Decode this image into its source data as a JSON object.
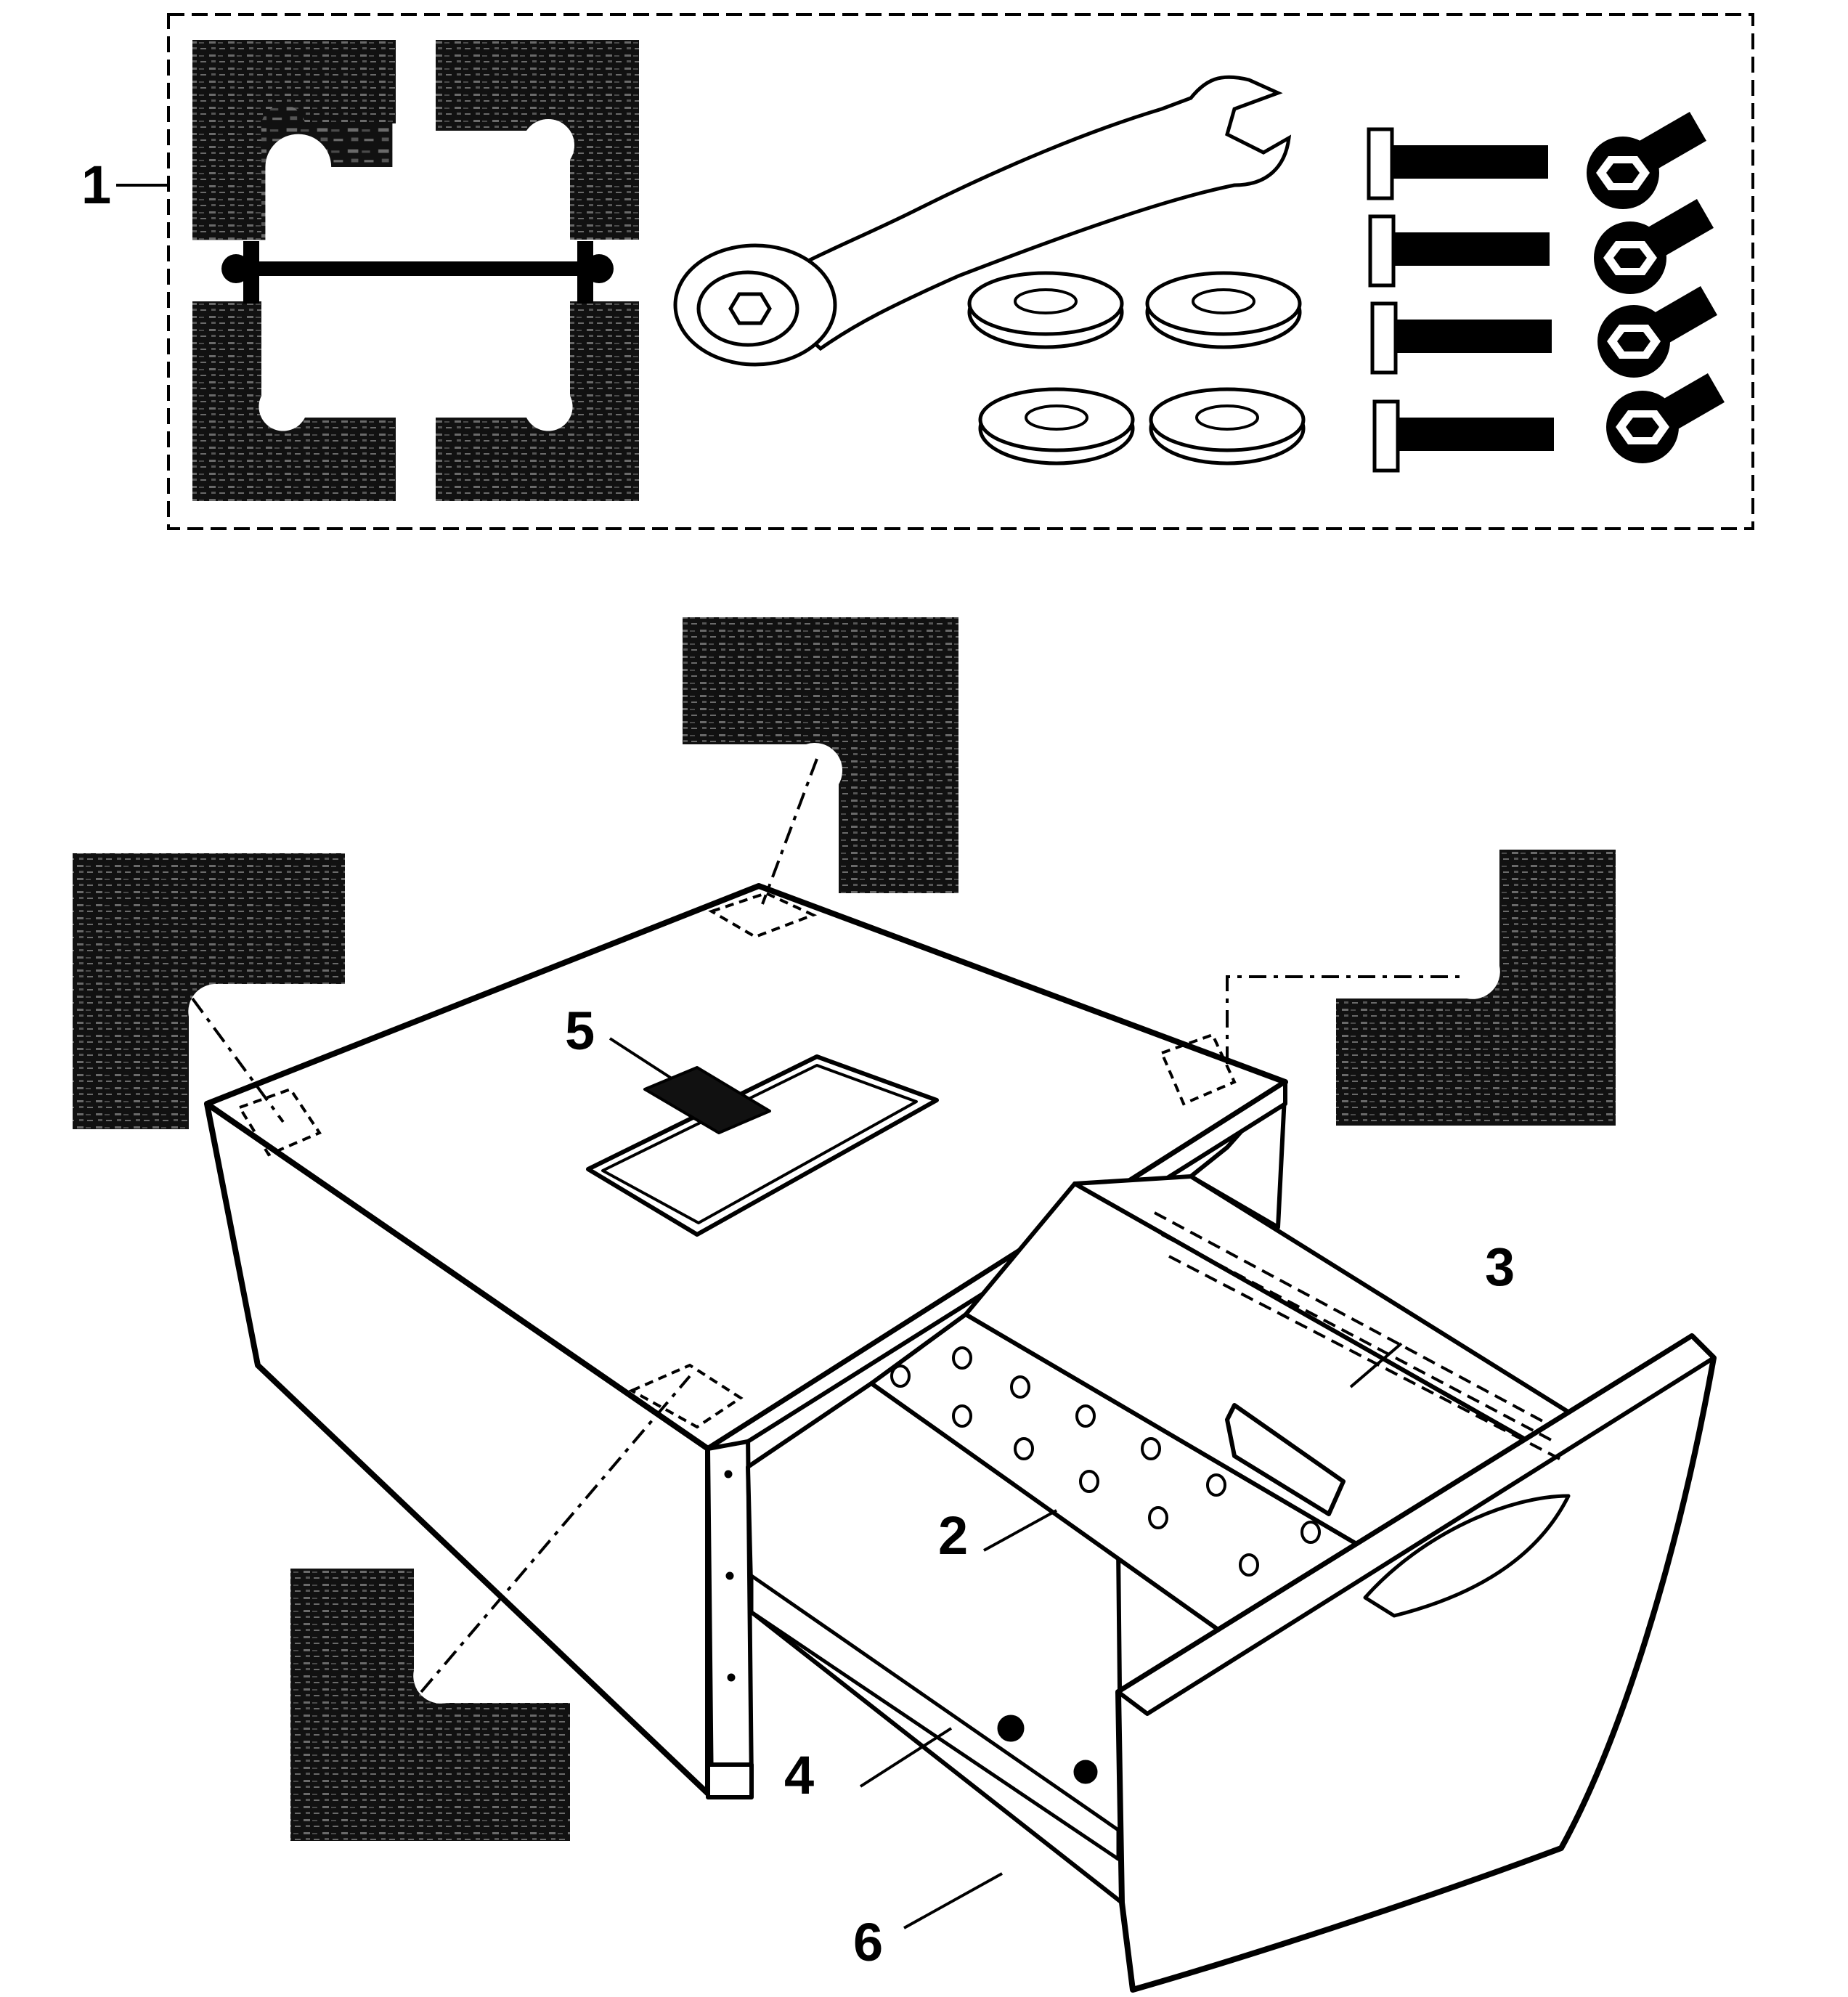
{
  "callouts": [
    {
      "id": "1",
      "label": "1"
    },
    {
      "id": "2",
      "label": "2"
    },
    {
      "id": "3",
      "label": "3"
    },
    {
      "id": "4",
      "label": "4"
    },
    {
      "id": "5",
      "label": "5"
    },
    {
      "id": "6",
      "label": "6"
    }
  ],
  "colors": {
    "ink": "#000000",
    "paper": "#ffffff",
    "pad": "#111111",
    "pad_texture": "#5a5a5a"
  },
  "icons": {
    "pad": "corner-pad-icon",
    "wrench": "wrench-icon",
    "washer": "washer-icon",
    "bolt": "hex-bolt-icon",
    "flange_bolt": "flange-bolt-icon"
  }
}
